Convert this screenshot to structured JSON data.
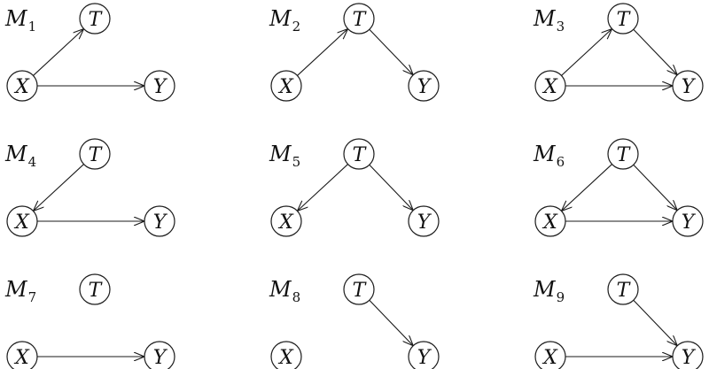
{
  "models": [
    {
      "letter": "M",
      "sub": "1",
      "nodes": {
        "T": "T",
        "X": "X",
        "Y": "Y"
      },
      "edges": [
        [
          "X",
          "T"
        ],
        [
          "X",
          "Y"
        ]
      ]
    },
    {
      "letter": "M",
      "sub": "2",
      "nodes": {
        "T": "T",
        "X": "X",
        "Y": "Y"
      },
      "edges": [
        [
          "X",
          "T"
        ],
        [
          "T",
          "Y"
        ]
      ]
    },
    {
      "letter": "M",
      "sub": "3",
      "nodes": {
        "T": "T",
        "X": "X",
        "Y": "Y"
      },
      "edges": [
        [
          "X",
          "T"
        ],
        [
          "T",
          "Y"
        ],
        [
          "X",
          "Y"
        ]
      ]
    },
    {
      "letter": "M",
      "sub": "4",
      "nodes": {
        "T": "T",
        "X": "X",
        "Y": "Y"
      },
      "edges": [
        [
          "T",
          "X"
        ],
        [
          "X",
          "Y"
        ]
      ]
    },
    {
      "letter": "M",
      "sub": "5",
      "nodes": {
        "T": "T",
        "X": "X",
        "Y": "Y"
      },
      "edges": [
        [
          "T",
          "X"
        ],
        [
          "T",
          "Y"
        ]
      ]
    },
    {
      "letter": "M",
      "sub": "6",
      "nodes": {
        "T": "T",
        "X": "X",
        "Y": "Y"
      },
      "edges": [
        [
          "T",
          "X"
        ],
        [
          "T",
          "Y"
        ],
        [
          "X",
          "Y"
        ]
      ]
    },
    {
      "letter": "M",
      "sub": "7",
      "nodes": {
        "T": "T",
        "X": "X",
        "Y": "Y"
      },
      "edges": [
        [
          "X",
          "Y"
        ]
      ]
    },
    {
      "letter": "M",
      "sub": "8",
      "nodes": {
        "T": "T",
        "X": "X",
        "Y": "Y"
      },
      "edges": [
        [
          "T",
          "Y"
        ]
      ]
    },
    {
      "letter": "M",
      "sub": "9",
      "nodes": {
        "T": "T",
        "X": "X",
        "Y": "Y"
      },
      "edges": [
        [
          "T",
          "Y"
        ],
        [
          "X",
          "Y"
        ]
      ]
    }
  ],
  "colors": {
    "stroke": "#1a1a1a",
    "text": "#111111",
    "background": "#ffffff"
  }
}
